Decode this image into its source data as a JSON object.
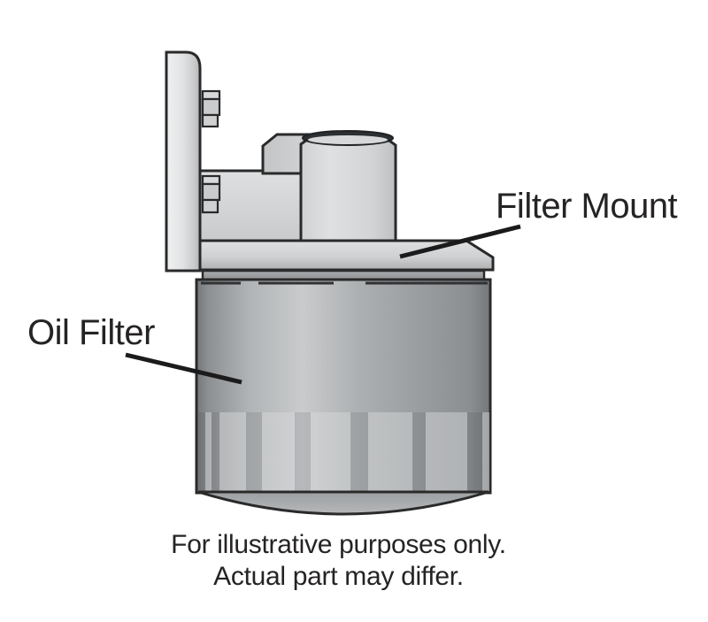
{
  "figure": {
    "type": "technical-illustration",
    "subject": "oil filter mounted on a filter mount",
    "labels": {
      "filter_mount": "Filter Mount",
      "oil_filter": "Oil Filter"
    },
    "caption": {
      "line1": "For illustrative purposes only.",
      "line2": "Actual part may differ."
    },
    "colors": {
      "background": "#ffffff",
      "outline": "#2a2a2a",
      "label_text": "#262324",
      "leader_line": "#1b1b1b",
      "metal_light": "#dcdee0",
      "metal_mid": "#aeb1b3",
      "metal_dark": "#7e8184",
      "port_rim_dark": "#2d3032"
    }
  }
}
